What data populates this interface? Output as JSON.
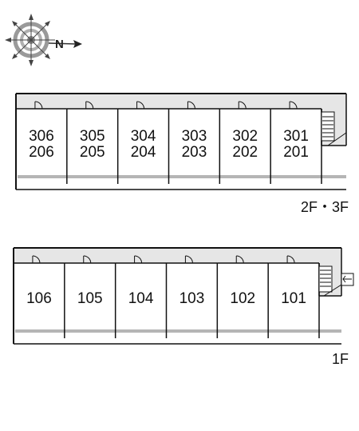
{
  "compass": {
    "north_label": "N",
    "icon": "compass-rose-icon"
  },
  "floors": [
    {
      "floor_label": "2F・3F",
      "units": [
        {
          "upper": "306",
          "lower": "206"
        },
        {
          "upper": "305",
          "lower": "205"
        },
        {
          "upper": "304",
          "lower": "204"
        },
        {
          "upper": "303",
          "lower": "203"
        },
        {
          "upper": "302",
          "lower": "202"
        },
        {
          "upper": "301",
          "lower": "201"
        }
      ]
    },
    {
      "floor_label": "1F",
      "units": [
        {
          "upper": "106"
        },
        {
          "upper": "105"
        },
        {
          "upper": "104"
        },
        {
          "upper": "103"
        },
        {
          "upper": "102"
        },
        {
          "upper": "101"
        }
      ]
    }
  ],
  "colors": {
    "corridor": "#e6e6e6",
    "wall": "#111111",
    "window": "#b5b5b5"
  }
}
